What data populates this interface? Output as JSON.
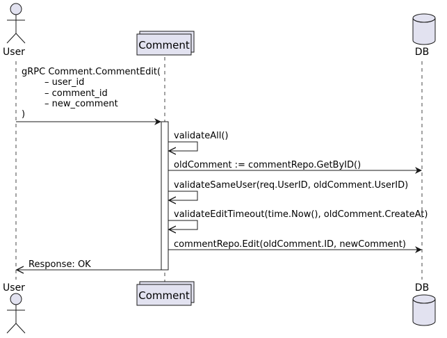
{
  "participants": {
    "user": {
      "label": "User",
      "kind": "actor"
    },
    "comment": {
      "label": "Comment",
      "kind": "collections"
    },
    "db": {
      "label": "DB",
      "kind": "database"
    }
  },
  "messages": [
    {
      "id": "m1",
      "from": "user",
      "to": "comment",
      "lines": [
        "gRPC Comment.CommentEdit(",
        "– user_id",
        "– comment_id",
        "– new_comment",
        ")"
      ]
    },
    {
      "id": "m2",
      "from": "comment",
      "to": "comment",
      "lines": [
        "validateAll()"
      ]
    },
    {
      "id": "m3",
      "from": "comment",
      "to": "db",
      "lines": [
        "oldComment := commentRepo.GetByID()"
      ]
    },
    {
      "id": "m4",
      "from": "comment",
      "to": "comment",
      "lines": [
        "validateSameUser(req.UserID, oldComment.UserID)"
      ]
    },
    {
      "id": "m5",
      "from": "comment",
      "to": "comment",
      "lines": [
        "validateEditTimeout(time.Now(), oldComment.CreateAt)"
      ]
    },
    {
      "id": "m6",
      "from": "comment",
      "to": "db",
      "lines": [
        "commentRepo.Edit(oldComment.ID, newComment)"
      ]
    },
    {
      "id": "m7",
      "from": "comment",
      "to": "user",
      "lines": [
        "Response: OK"
      ]
    }
  ],
  "colors": {
    "participant_fill": "#e2e2f0",
    "line": "#181818",
    "lifeline": "#181818",
    "activation_fill": "#ffffff"
  }
}
